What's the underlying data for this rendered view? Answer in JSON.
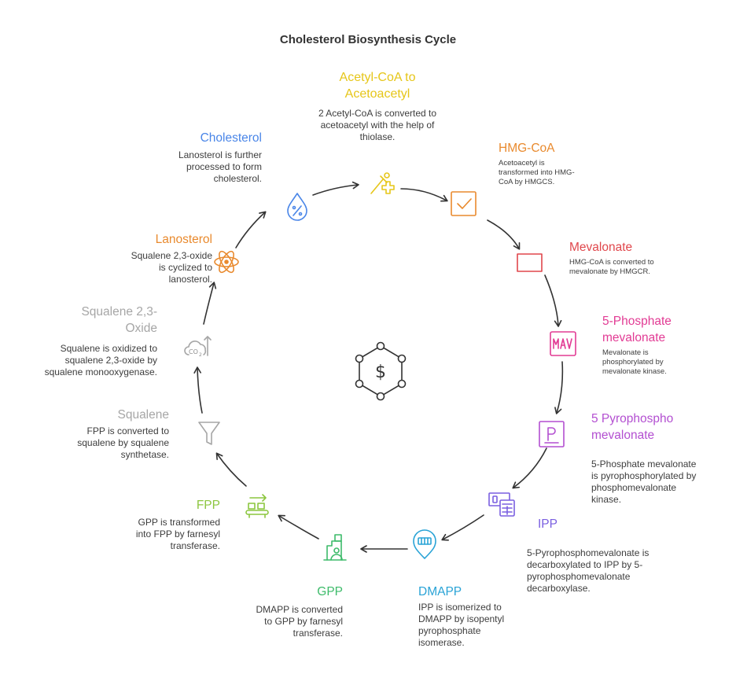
{
  "title": "Cholesterol Biosynthesis Cycle",
  "stages": [
    {
      "id": "acetyl",
      "title": "Acetyl-CoA to Acetoacetyl",
      "title_lines": [
        "Acetyl-CoA to",
        "Acetoacetyl"
      ],
      "desc_lines": [
        "2 Acetyl-CoA is converted to",
        "acetoacetyl with the help of",
        "thiolase."
      ],
      "color": "#e6c619",
      "icon": "pipette-plus-icon"
    },
    {
      "id": "hmg",
      "title": "HMG-CoA",
      "title_lines": [
        "HMG-CoA"
      ],
      "desc_lines": [
        "Acetoacetyl is",
        "transformed into HMG-",
        "CoA by HMGCS."
      ],
      "color": "#e98a2e",
      "icon": "checkbox-icon"
    },
    {
      "id": "mevalonate",
      "title": "Mevalonate",
      "title_lines": [
        "Mevalonate"
      ],
      "desc_lines": [
        "HMG-CoA is converted to",
        "mevalonate by HMGCR."
      ],
      "color": "#e0474c",
      "icon": "rectangle-icon"
    },
    {
      "id": "p5mev",
      "title": "5-Phosphate mevalonate",
      "title_lines": [
        "5-Phosphate",
        "mevalonate"
      ],
      "desc_lines": [
        "Mevalonate is",
        "phosphorylated by",
        "mevalonate kinase."
      ],
      "color": "#e23b94",
      "icon": "mav-icon"
    },
    {
      "id": "pp5mev",
      "title": "5 Pyrophospho mevalonate",
      "title_lines": [
        "5 Pyrophospho",
        "mevalonate"
      ],
      "desc_lines": [
        "5-Phosphate mevalonate",
        "is pyrophosphorylated by",
        "phosphomevalonate",
        "kinase."
      ],
      "color": "#b34fd1",
      "icon": "p-document-icon"
    },
    {
      "id": "ipp",
      "title": "IPP",
      "title_lines": [
        "IPP"
      ],
      "desc_lines": [
        "5-Pyrophosphomevalonate is",
        "decarboxylated to IPP by 5-",
        "pyrophosphomevalonate",
        "decarboxylase."
      ],
      "color": "#7a5fe0",
      "icon": "money-calculator-icon"
    },
    {
      "id": "dmapp",
      "title": "DMAPP",
      "title_lines": [
        "DMAPP"
      ],
      "desc_lines": [
        "IPP is isomerized to",
        "DMAPP by isopentyl",
        "pyrophosphate",
        "isomerase."
      ],
      "color": "#29a3d6",
      "icon": "location-pin-icon"
    },
    {
      "id": "gpp",
      "title": "GPP",
      "title_lines": [
        "GPP"
      ],
      "desc_lines": [
        "DMAPP is converted",
        "to GPP by farnesyl",
        "transferase."
      ],
      "color": "#3dbb6a",
      "icon": "worker-factory-icon"
    },
    {
      "id": "fpp",
      "title": "FPP",
      "title_lines": [
        "FPP"
      ],
      "desc_lines": [
        "GPP is transformed",
        "into FPP by farnesyl",
        "transferase."
      ],
      "color": "#8cc63f",
      "icon": "conveyor-icon"
    },
    {
      "id": "squalene",
      "title": "Squalene",
      "title_lines": [
        "Squalene"
      ],
      "desc_lines": [
        "FPP is converted to",
        "squalene by squalene",
        "synthetase."
      ],
      "color": "#a6a6a6",
      "icon": "funnel-icon"
    },
    {
      "id": "squalene-oxide",
      "title": "Squalene 2,3-Oxide",
      "title_lines": [
        "Squalene 2,3-",
        "Oxide"
      ],
      "desc_lines": [
        "Squalene is oxidized to",
        "squalene 2,3-oxide by",
        "squalene monooxygenase."
      ],
      "color": "#a6a6a6",
      "icon": "co2-cloud-icon",
      "icon_text": "CO",
      "icon_sub": "2"
    },
    {
      "id": "lanosterol",
      "title": "Lanosterol",
      "title_lines": [
        "Lanosterol"
      ],
      "desc_lines": [
        "Squalene 2,3-oxide",
        "is cyclized to",
        "lanosterol."
      ],
      "color": "#e98a2e",
      "icon": "atom-icon"
    },
    {
      "id": "cholesterol",
      "title": "Cholesterol",
      "title_lines": [
        "Cholesterol"
      ],
      "desc_lines": [
        "Lanosterol is further",
        "processed to form",
        "cholesterol."
      ],
      "color": "#4a86e8",
      "icon": "percent-drop-icon"
    }
  ],
  "center": {
    "icon": "hexagon-dollar-icon",
    "glyph": "$",
    "color": "#333333"
  },
  "arrow_color": "#333333"
}
